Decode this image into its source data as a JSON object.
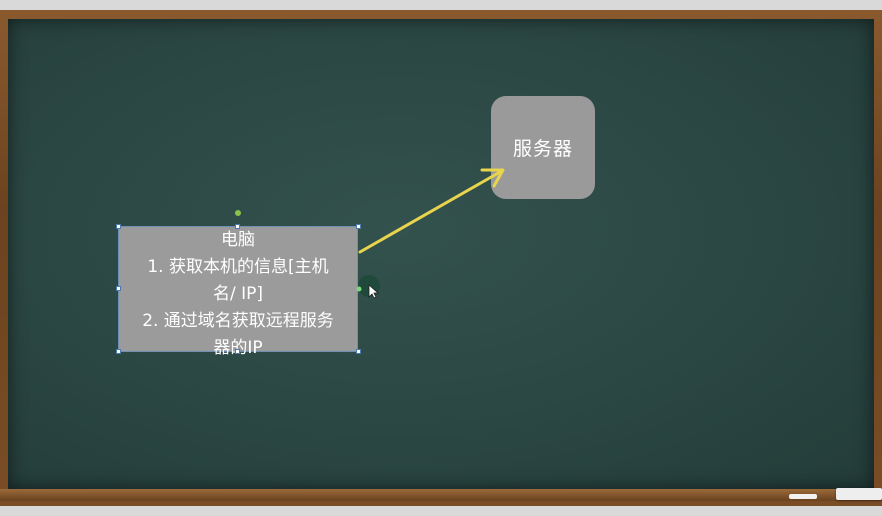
{
  "server": {
    "label": "服务器"
  },
  "computer": {
    "lines": [
      "电脑",
      "1. 获取本机的信息[主机",
      "名/ IP]",
      "2. 通过域名获取远程服务",
      "器的IP"
    ]
  },
  "colors": {
    "board": "#2b4743",
    "frame": "#7a4d26",
    "box_fill": "#9b9b9b",
    "arrow": "#e8d44d",
    "text": "#ffffff"
  },
  "icons": {
    "cursor": "mouse-pointer-icon"
  }
}
